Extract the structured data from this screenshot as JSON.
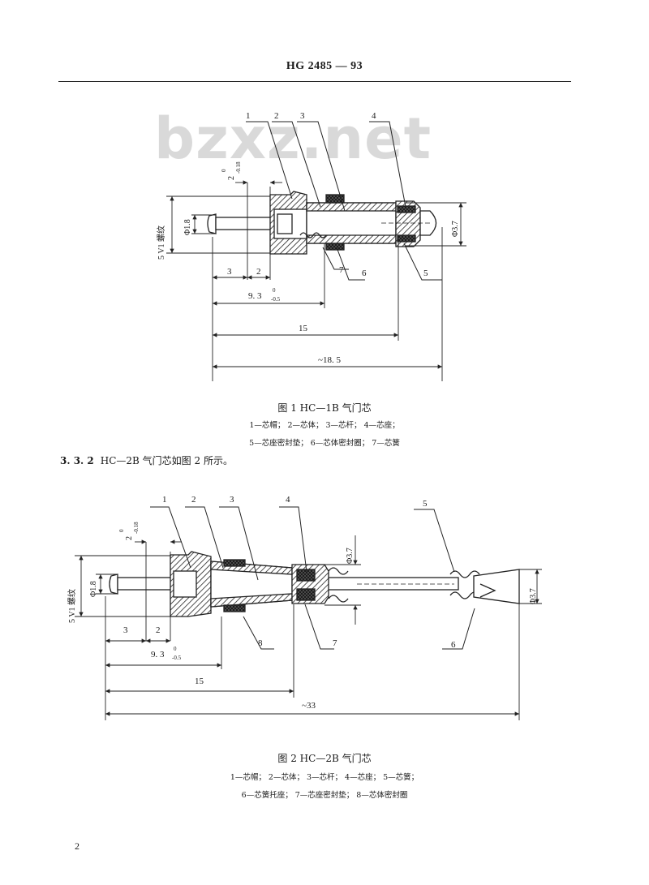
{
  "header": {
    "standard_code": "HG 2485 — 93"
  },
  "watermark": "bzxz.net",
  "figure1": {
    "callouts": [
      "1",
      "2",
      "3",
      "4",
      "5",
      "6",
      "7"
    ],
    "dims": {
      "d_1_8": "Φ1.8",
      "d_3_7": "Φ3.7",
      "thread": "5 V1 螺纹",
      "tol_2": "2",
      "tol_2_sup": "0",
      "tol_2_sub": "-0.18",
      "len_3": "3",
      "len_2": "2",
      "len_9_3": "9. 3",
      "len_9_3_sup": "0",
      "len_9_3_sub": "-0.5",
      "len_15": "15",
      "len_total": "~18. 5"
    },
    "caption": "图 1   HC—1B 气门芯",
    "legend_line1": "1—芯帽；  2—芯体；  3—芯杆；  4—芯座；",
    "legend_line2": "5—芯座密封垫；  6—芯体密封圈；  7—芯簧"
  },
  "section": {
    "number": "3. 3. 2",
    "text": "HC—2B 气门芯如图 2 所示。"
  },
  "figure2": {
    "callouts": [
      "1",
      "2",
      "3",
      "4",
      "5",
      "6",
      "7",
      "8"
    ],
    "dims": {
      "d_1_8": "Φ1.8",
      "d_3_7a": "Φ3.7",
      "d_3_7b": "Φ3.7",
      "thread": "5 V1 螺纹",
      "tol_2": "2",
      "tol_2_sup": "0",
      "tol_2_sub": "-0.18",
      "len_3": "3",
      "len_2": "2",
      "len_9_3": "9. 3",
      "len_9_3_sup": "0",
      "len_9_3_sub": "-0.5",
      "len_15": "15",
      "len_total": "~33"
    },
    "caption": "图 2   HC—2B 气门芯",
    "legend_line1": "1—芯帽；  2—芯体；  3—芯杆；  4—芯座；  5—芯簧；",
    "legend_line2": "6—芯簧托座；  7—芯座密封垫；  8—芯体密封圈"
  },
  "page_number": "2"
}
